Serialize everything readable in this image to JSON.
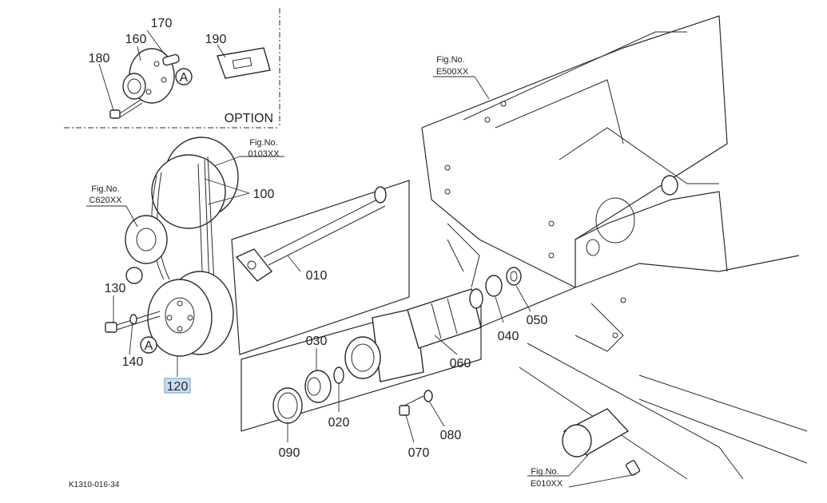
{
  "diagram": {
    "code": "K1310-016-34",
    "option_label": "OPTION",
    "callout_letter": "A",
    "highlighted_part": "120",
    "parts": [
      {
        "id": "p010",
        "label": "010"
      },
      {
        "id": "p020",
        "label": "020"
      },
      {
        "id": "p030",
        "label": "030"
      },
      {
        "id": "p040",
        "label": "040"
      },
      {
        "id": "p050",
        "label": "050"
      },
      {
        "id": "p060",
        "label": "060"
      },
      {
        "id": "p070",
        "label": "070"
      },
      {
        "id": "p080",
        "label": "080"
      },
      {
        "id": "p090",
        "label": "090"
      },
      {
        "id": "p100",
        "label": "100"
      },
      {
        "id": "p120",
        "label": "120"
      },
      {
        "id": "p130",
        "label": "130"
      },
      {
        "id": "p140",
        "label": "140"
      },
      {
        "id": "p160",
        "label": "160"
      },
      {
        "id": "p170",
        "label": "170"
      },
      {
        "id": "p180",
        "label": "180"
      },
      {
        "id": "p190",
        "label": "190"
      }
    ],
    "figure_refs": [
      {
        "fig": "Fig.No.",
        "code": "0103XX"
      },
      {
        "fig": "Fig.No.",
        "code": "C620XX"
      },
      {
        "fig": "Fig.No.",
        "code": "E500XX"
      },
      {
        "fig": "Fig.No.",
        "code": "E010XX"
      }
    ]
  }
}
